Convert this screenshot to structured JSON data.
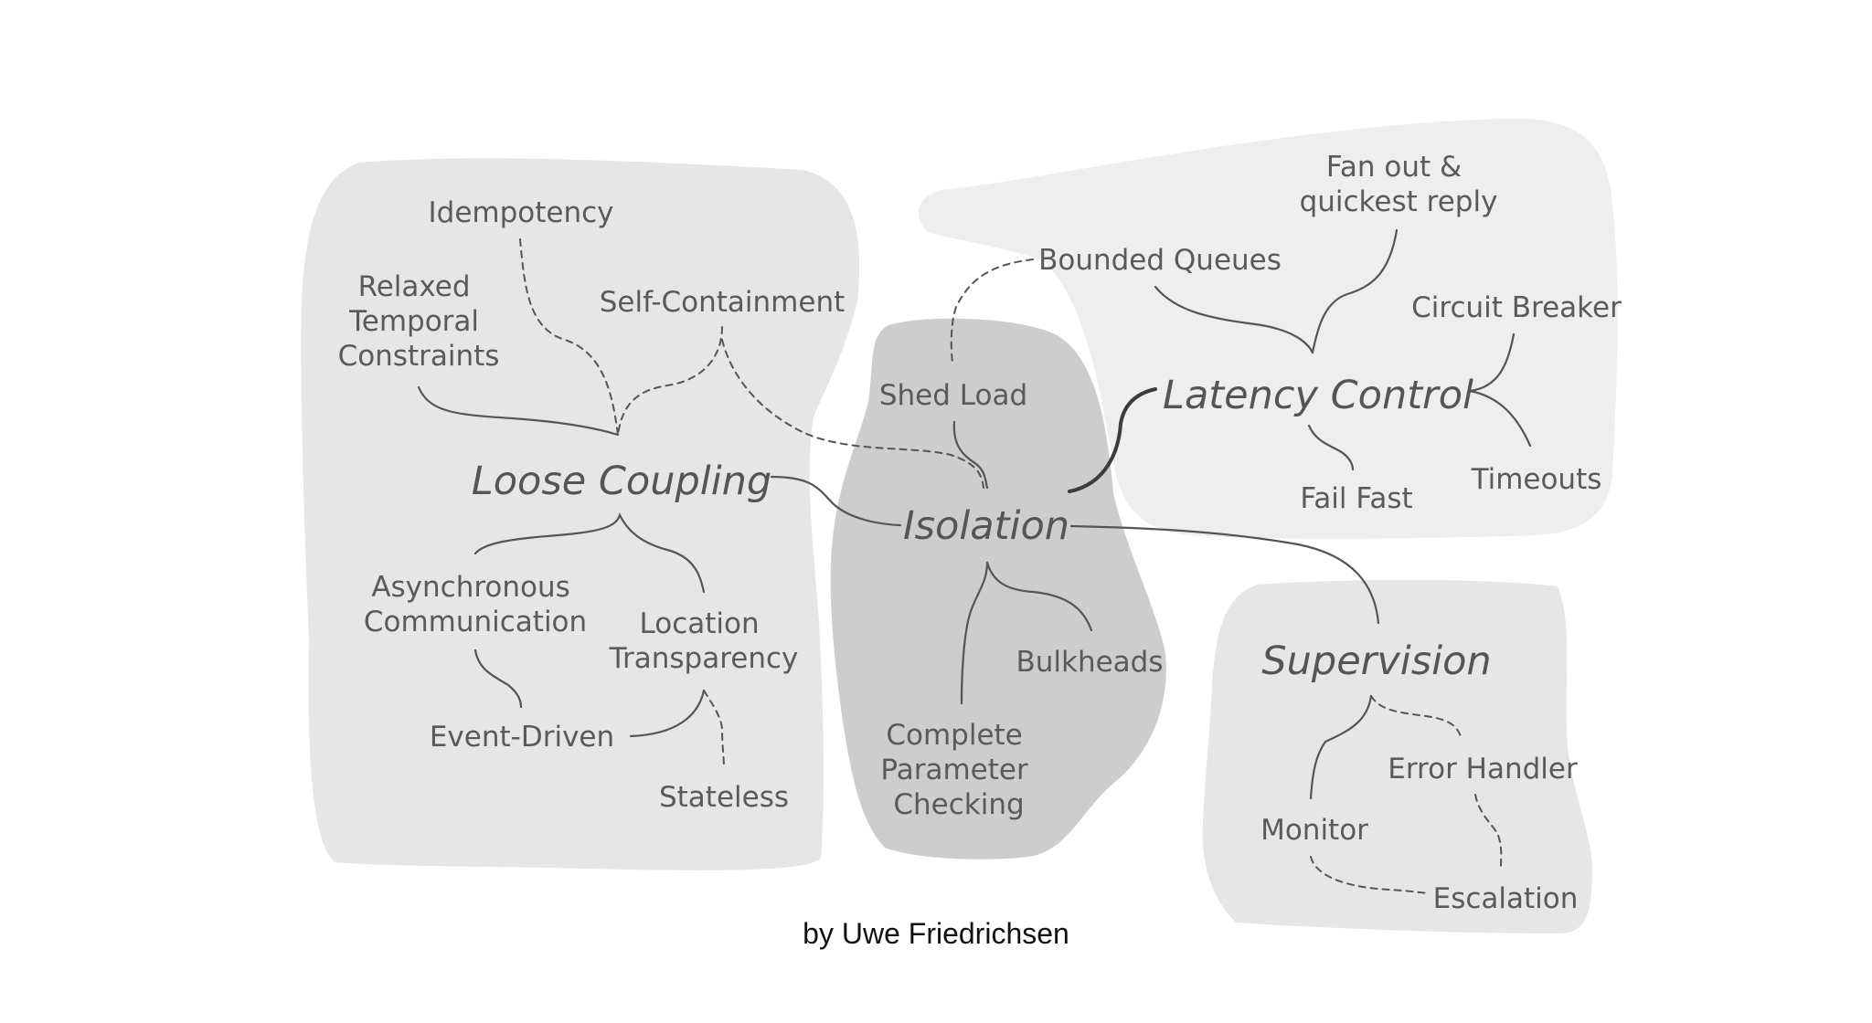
{
  "groups": {
    "loose_coupling": {
      "hub": "Loose Coupling",
      "nodes": {
        "idempotency": "Idempotency",
        "relaxed_temporal_constraints": [
          "Relaxed",
          "Temporal",
          "Constraints"
        ],
        "self_containment": "Self-Containment",
        "asynchronous_communication": [
          "Asynchronous",
          "Communication"
        ],
        "location_transparency": [
          "Location",
          "Transparency"
        ],
        "event_driven": "Event-Driven",
        "stateless": "Stateless"
      }
    },
    "isolation": {
      "hub": "Isolation",
      "nodes": {
        "shed_load": "Shed Load",
        "bulkheads": "Bulkheads",
        "complete_parameter_checking": [
          "Complete",
          "Parameter",
          "Checking"
        ]
      }
    },
    "latency_control": {
      "hub": "Latency Control",
      "nodes": {
        "fan_out": [
          "Fan out &",
          "quickest reply"
        ],
        "bounded_queues": "Bounded Queues",
        "circuit_breaker": "Circuit Breaker",
        "fail_fast": "Fail Fast",
        "timeouts": "Timeouts"
      }
    },
    "supervision": {
      "hub": "Supervision",
      "nodes": {
        "error_handler": "Error Handler",
        "monitor": "Monitor",
        "escalation": "Escalation"
      }
    }
  },
  "credit": "by Uwe Friedrichsen",
  "colors": {
    "region_light": "#e6e6e6",
    "region_lighter": "#eeeeee",
    "region_dark": "#cdcdcd",
    "ink": "#555555",
    "credit_text": "#111111"
  }
}
